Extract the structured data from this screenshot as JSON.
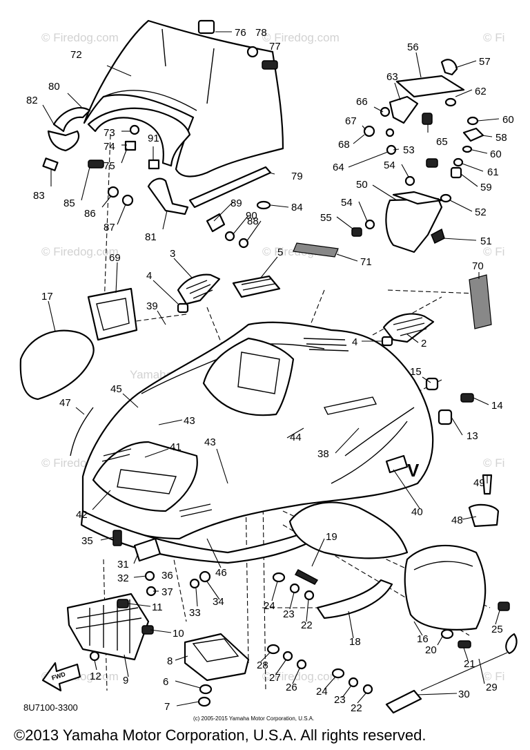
{
  "watermark": {
    "site": "© Firedog.com",
    "partial_right": "© Fi",
    "tag": "Yamaha Motor Corp, U.S.A."
  },
  "diagram": {
    "part_number": "8U7100-3300",
    "small_copyright": "(c) 2005-2015 Yamaha Motor Corporation, U.S.A.",
    "fwd_label": "FWD",
    "model_badge": "V",
    "callouts": [
      "72",
      "76",
      "78",
      "77",
      "80",
      "82",
      "73",
      "74",
      "75",
      "91",
      "83",
      "85",
      "86",
      "87",
      "81",
      "89",
      "90",
      "88",
      "84",
      "79",
      "56",
      "57",
      "63",
      "62",
      "66",
      "60",
      "67",
      "58",
      "65",
      "68",
      "53",
      "60",
      "64",
      "54",
      "61",
      "59",
      "50",
      "54",
      "52",
      "55",
      "51",
      "3",
      "5",
      "71",
      "69",
      "70",
      "4",
      "39",
      "17",
      "4",
      "2",
      "15",
      "14",
      "45",
      "47",
      "43",
      "13",
      "44",
      "38",
      "41",
      "43",
      "49",
      "42",
      "40",
      "48",
      "35",
      "19",
      "31",
      "32",
      "36",
      "37",
      "33",
      "34",
      "46",
      "11",
      "24",
      "23",
      "22",
      "18",
      "16",
      "25",
      "10",
      "20",
      "21",
      "8",
      "9",
      "12",
      "6",
      "7",
      "28",
      "27",
      "26",
      "24",
      "23",
      "22",
      "30",
      "29"
    ]
  },
  "footer": {
    "copyright": "©2013 Yamaha Motor Corporation, U.S.A. All rights reserved."
  }
}
